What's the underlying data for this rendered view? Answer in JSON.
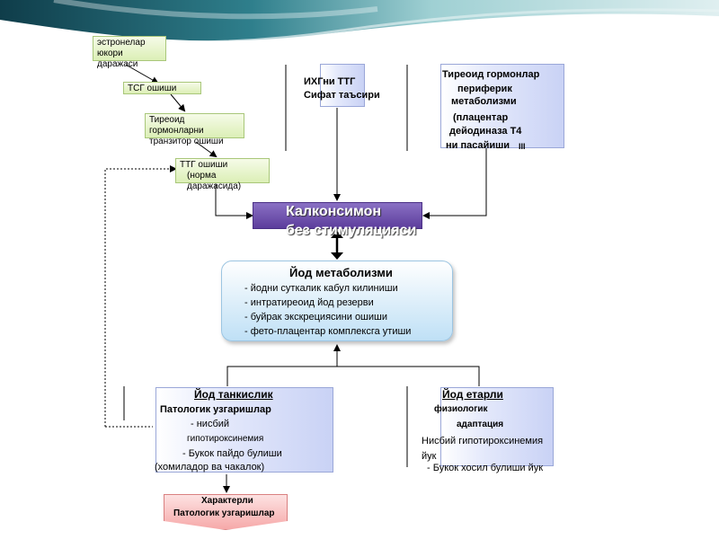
{
  "left_chain": {
    "box1": {
      "line1": "эстронелар",
      "line2": "юкори даражаси"
    },
    "box2": {
      "text": "ТСГ ошиши"
    },
    "box3": {
      "line1": "Тиреоид гормонларни",
      "line2": "транзитор ошиши"
    },
    "box4": {
      "line1": "ТТГ ошиши",
      "line2": "(норма даражасида)"
    }
  },
  "ihg_box": {
    "line1": "ИХГни ТТГ",
    "line2": "Сифат таъсири"
  },
  "thyroid_box": {
    "line1": "Тиреоид гормонлар",
    "line2": "периферик",
    "line3": "метаболизми",
    "line4": "(плацентар",
    "line5": "дейодиназа Т4",
    "line6": "ни пасайиши",
    "sub": "III"
  },
  "central": {
    "line1": "Калконсимон",
    "line2": "без стимуляцияси"
  },
  "iodine_metabolism": {
    "title": "Йод метаболизми",
    "items": [
      "- йодни суткалик кабул килиниши",
      "- интратиреоид йод резерви",
      "- буйрак экскрециясини ошиши",
      "- фето-плацентар комплексга утиши"
    ]
  },
  "deficiency": {
    "title": "Йод танкислик",
    "subtitle": "Патологик узгаришлар",
    "line1": "- нисбий",
    "line2": "гипотироксинемия",
    "line3": "- Букок пайдо булиши",
    "line4": "(хомиладор ва чакалок)"
  },
  "sufficiency": {
    "title": "Йод етарли",
    "line1": "физиологик",
    "line2": "адаптация",
    "line3": "Нисбий гипотироксинемия",
    "line4": "йук",
    "line5": "- Букок хосил булиши йук"
  },
  "pathology_box": {
    "line1": "Характерли",
    "line2": "Патологик узгаришлар"
  },
  "colors": {
    "central": "#5c3d9c",
    "green": "#dcefb6",
    "blue": "#c9d2f5",
    "iodine": "#d8ecf9",
    "pink": "#f6a9a9"
  }
}
